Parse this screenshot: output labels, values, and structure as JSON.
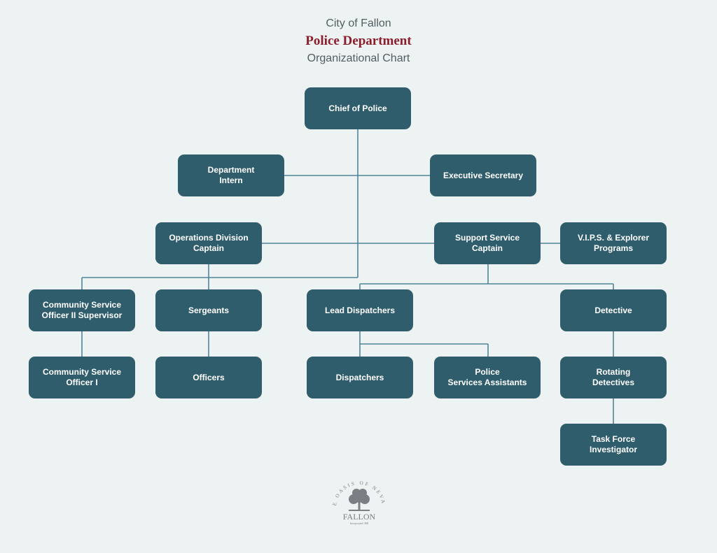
{
  "header": {
    "line1": "City of Fallon",
    "line2": "Police Department",
    "line3": "Organizational Chart"
  },
  "nodes": {
    "chief": "Chief of Police",
    "intern": "Department\nIntern",
    "secretary": "Executive Secretary",
    "operations": "Operations Division\nCaptain",
    "support": "Support Service\nCaptain",
    "vips": "V.I.P.S. & Explorer\nPrograms",
    "cso2": "Community Service\nOfficer II Supervisor",
    "sergeants": "Sergeants",
    "lead_dispatchers": "Lead Dispatchers",
    "detective": "Detective",
    "cso1": "Community Service\nOfficer I",
    "officers": "Officers",
    "dispatchers": "Dispatchers",
    "psa": "Police\nServices Assistants",
    "rotating": "Rotating\nDetectives",
    "taskforce": "Task Force\nInvestigator"
  },
  "logo": {
    "arc_text": "THE OASIS OF NEVADA",
    "name": "FALLON",
    "sub": "Incorporated 1908"
  },
  "colors": {
    "background": "#edf2f3",
    "box": "#2f5d6c",
    "line": "#4f8598",
    "title_accent": "#8c1d2b"
  }
}
